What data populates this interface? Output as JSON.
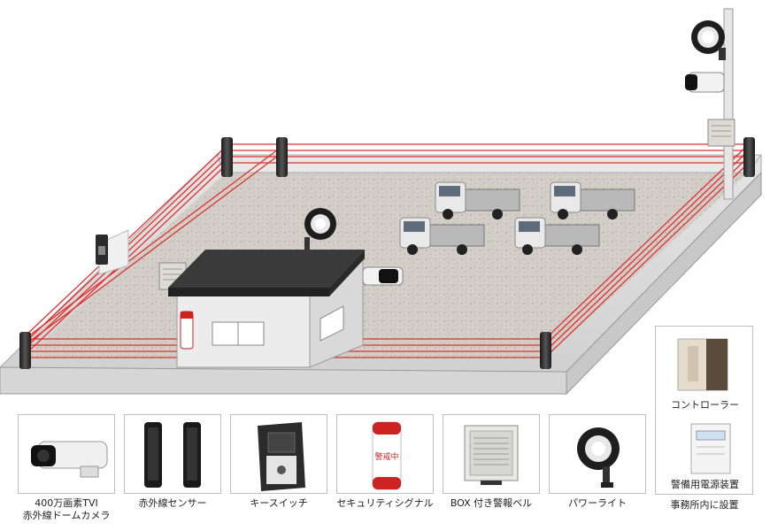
{
  "equipment": [
    {
      "id": "camera",
      "label_line1": "400万画素TVI",
      "label_line2": "赤外線ドームカメラ"
    },
    {
      "id": "sensor",
      "label_line1": "赤外線センサー"
    },
    {
      "id": "keyswitch",
      "label_line1": "キースイッチ"
    },
    {
      "id": "signal",
      "label_line1": "セキュリティシグナル"
    },
    {
      "id": "bell",
      "label_line1": "BOX 付き警報ベル"
    },
    {
      "id": "light",
      "label_line1": "パワーライト"
    }
  ],
  "office": {
    "controller_label": "コントローラー",
    "power_label": "警備用電源装置",
    "note": "事務所内に設置"
  },
  "signal_text": "警戒中",
  "colors": {
    "beam": "#e03030",
    "ground": "#cfcac2",
    "slab": "#dcdcdc",
    "roof": "#3a3a3a",
    "post": "#2a2a2a"
  }
}
